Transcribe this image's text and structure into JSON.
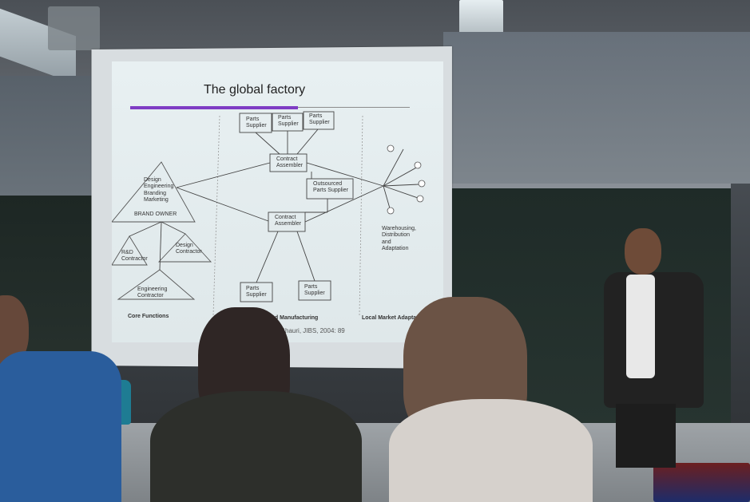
{
  "slide": {
    "title": "The global factory",
    "source": "Buckley and Ghauri, JIBS, 2004: 89",
    "labels": {
      "parts_supplier_1": "Parts\nSupplier",
      "parts_supplier_2": "Parts\nSupplier",
      "parts_supplier_3": "Parts\nSupplier",
      "contract_assembler_top": "Contract\nAssembler",
      "outsourced_parts_supplier": "Outsourced\nParts Supplier",
      "contract_assembler_bottom": "Contract\nAssembler",
      "parts_supplier_bottom_1": "Parts\nSupplier",
      "parts_supplier_bottom_2": "Parts\nSupplier",
      "brand_owner_lines": "Design\nEngineering\nBranding\nMarketing",
      "brand_owner": "BRAND OWNER",
      "rd_contractor": "R&D\nContractor",
      "design_contractor": "Design\nContractor",
      "engineering_contractor": "Engineering\nContractor",
      "warehousing": "Warehousing,\nDistribution\nand\nAdaptation",
      "core_functions": "Core Functions",
      "ed_manufacturing": "ed Manufacturing",
      "local_market_adaptation": "Local Market Adaptation"
    }
  }
}
